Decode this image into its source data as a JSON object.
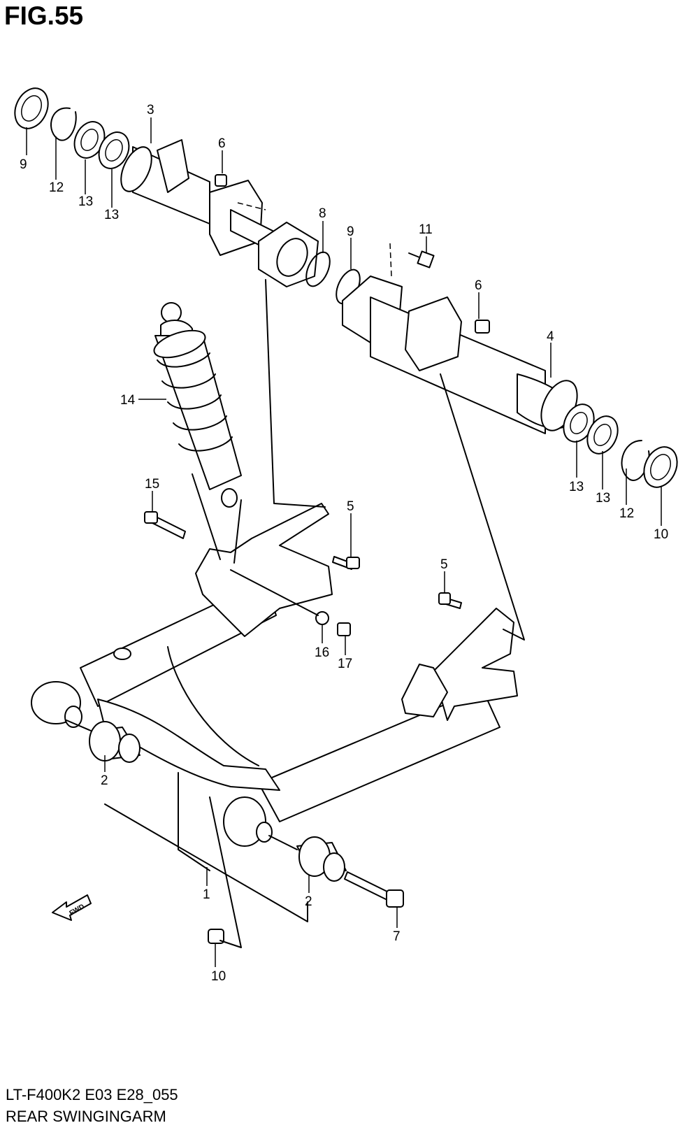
{
  "figure_title": "FIG.55",
  "model_code": "LT-F400K2 E03 E28_055",
  "caption": "REAR SWINGINGARM",
  "fwd_label": "FWD",
  "callouts": [
    "1",
    "2",
    "2",
    "3",
    "4",
    "5",
    "5",
    "6",
    "6",
    "7",
    "8",
    "9",
    "9",
    "10",
    "10",
    "11",
    "12",
    "12",
    "13",
    "13",
    "13",
    "13",
    "14",
    "15",
    "16",
    "17"
  ]
}
